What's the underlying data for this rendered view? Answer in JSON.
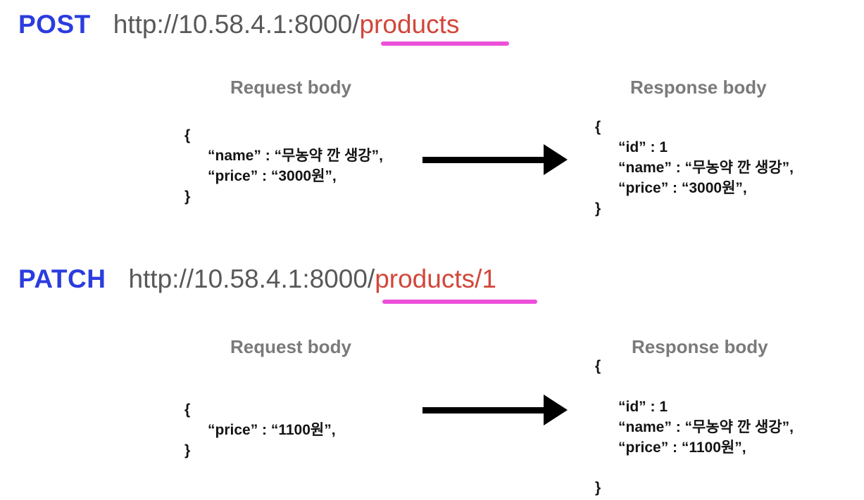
{
  "colors": {
    "method_blue": "#2B3CDF",
    "url_gray": "#58585A",
    "resource_red": "#D3463A",
    "underline_magenta": "#EC4FD9",
    "heading_gray": "#7A7A7C",
    "body_black": "#141414",
    "arrow_black": "#000000"
  },
  "post": {
    "method": "POST",
    "url_base": "http://10.58.4.1:8000/",
    "url_resource": "products",
    "request": {
      "title": "Request body",
      "brace_open": "{",
      "lines": [
        "“name” : “무농약 깐 생강”,",
        "“price” : “3000원”,"
      ],
      "brace_close": "}"
    },
    "response": {
      "title": "Response body",
      "brace_open": "{",
      "lines": [
        "“id” : 1",
        "“name” : “무농약 깐 생강”,",
        "“price” : “3000원”,"
      ],
      "brace_close": "}"
    }
  },
  "patch": {
    "method": "PATCH",
    "url_base": "http://10.58.4.1:8000/",
    "url_resource": "products/1",
    "request": {
      "title": "Request body",
      "brace_open": "{",
      "lines": [
        "“price” : “1100원”,"
      ],
      "brace_close": "}"
    },
    "response": {
      "title": "Response body",
      "brace_open": "{",
      "lines": [
        "“id” : 1",
        "“name” : “무농약 깐 생강”,",
        "“price” : “1100원”,"
      ],
      "brace_close": "}"
    }
  },
  "icons": {
    "post_arrow": "arrow-right-icon",
    "patch_arrow": "arrow-right-icon"
  }
}
